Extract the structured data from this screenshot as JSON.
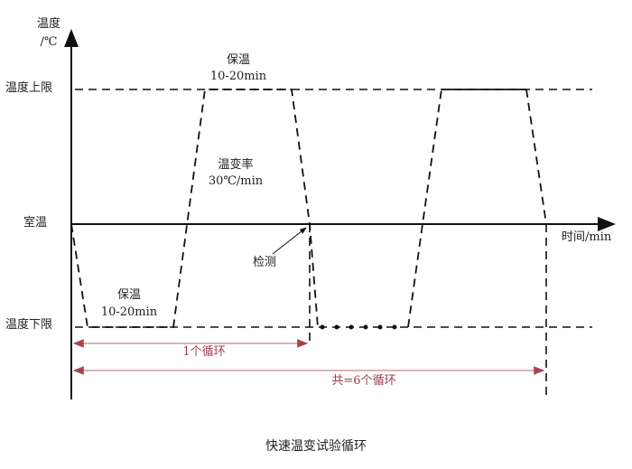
{
  "y_axis": {
    "label_line1": "温度",
    "label_line2": "/℃"
  },
  "x_axis": {
    "label": "时间/min"
  },
  "levels": {
    "upper": "温度上限",
    "room": "室温",
    "lower": "温度下限"
  },
  "annotations": {
    "hold_top_title": "保温",
    "hold_top_time": "10-20min",
    "rate_title": "温变率",
    "rate_value": "30℃/min",
    "detect": "检测",
    "hold_bottom_title": "保温",
    "hold_bottom_time": "10-20min",
    "one_cycle": "1个循环",
    "total_cycles": "共=6个循环"
  },
  "caption": "快速温变试验循环",
  "colors": {
    "line": "#111111",
    "arrow": "#b04050"
  }
}
